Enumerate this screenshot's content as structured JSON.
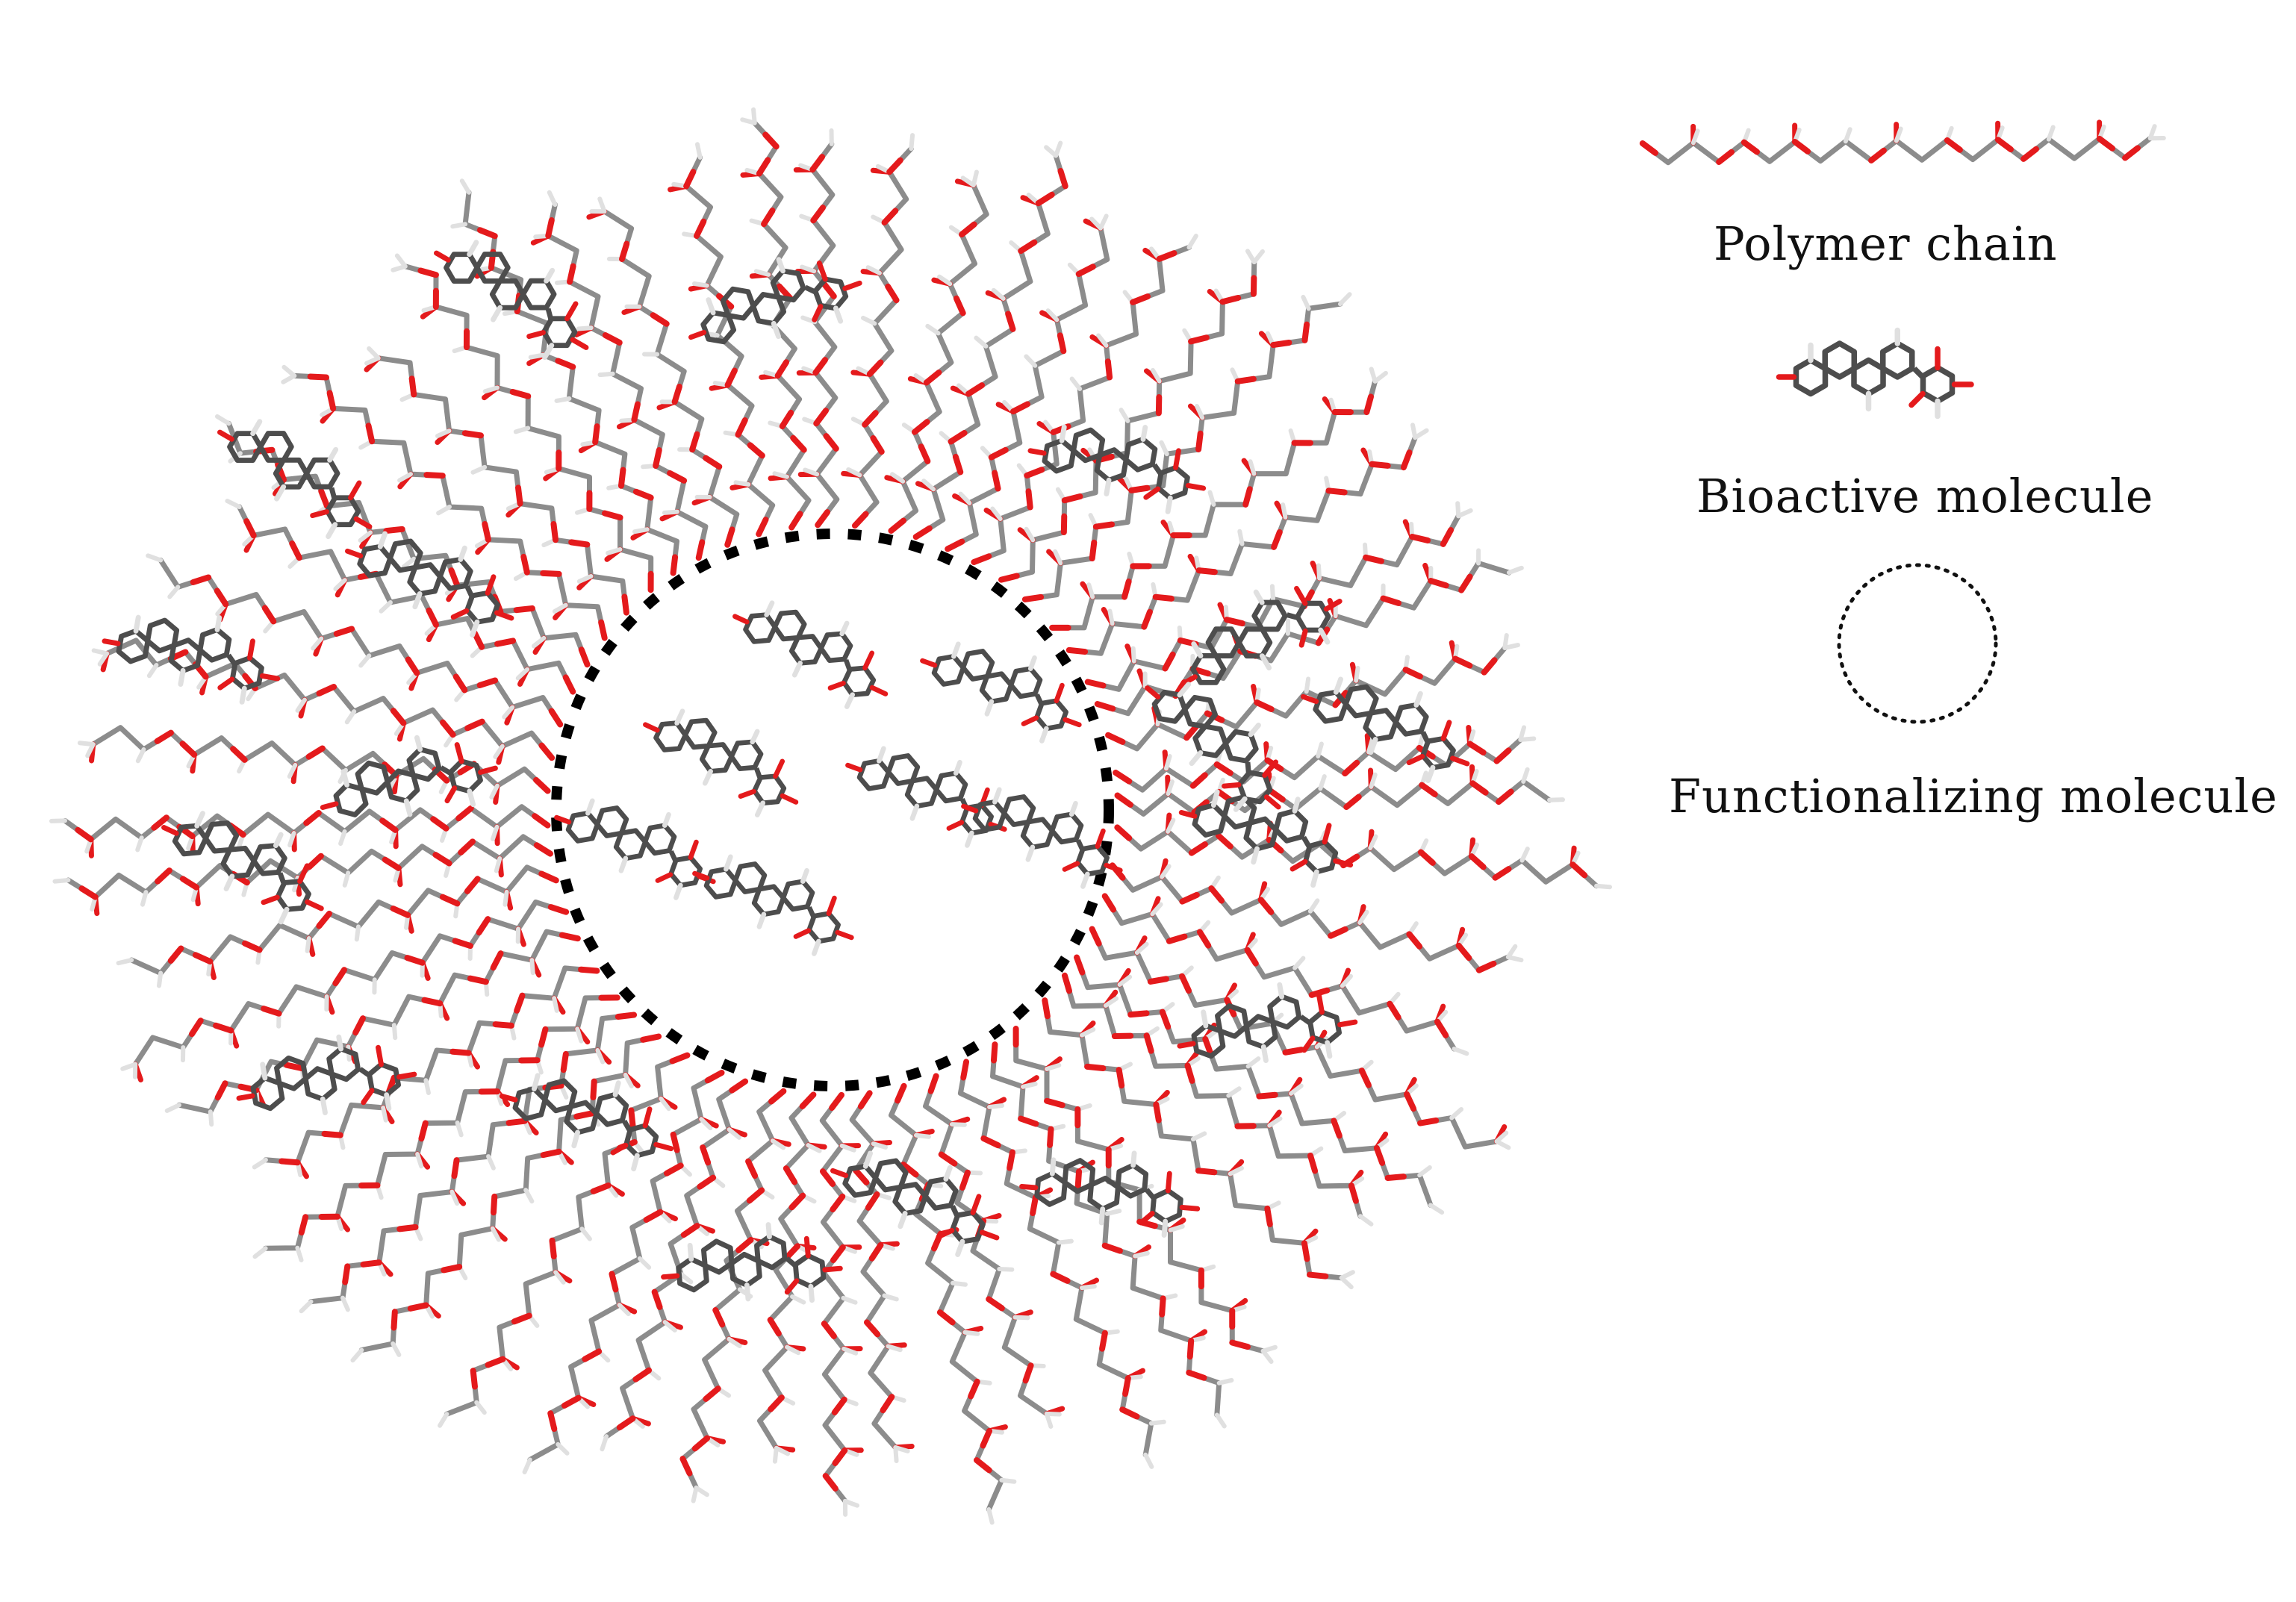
{
  "legend": {
    "polymer_label": "Polymer chain",
    "bioactive_label": "Bioactive molecule",
    "functionalizing_label": "Functionalizing molecule"
  },
  "colors": {
    "carbon_bond": "#8c8c8c",
    "oxygen": "#e41a1c",
    "hydrogen": "#e0e0e0",
    "ring": "#4d4d4d",
    "core_border": "#000000"
  },
  "icons": {
    "polymer": "polymer-chain-icon",
    "bioactive": "bioactive-molecule-icon",
    "functionalizing": "functionalizing-molecule-icon"
  }
}
